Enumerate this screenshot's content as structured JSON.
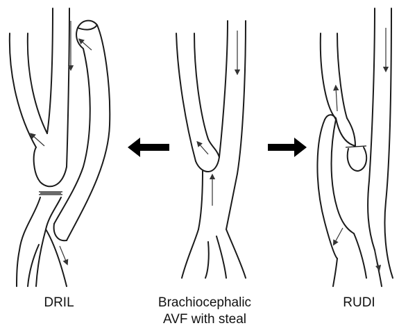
{
  "labels": {
    "left": "DRIL",
    "center_line1": "Brachiocephalic",
    "center_line2": "AVF with steal",
    "right": "RUDI"
  },
  "colors": {
    "ink": "#1a1a1a",
    "background": "#ffffff"
  }
}
